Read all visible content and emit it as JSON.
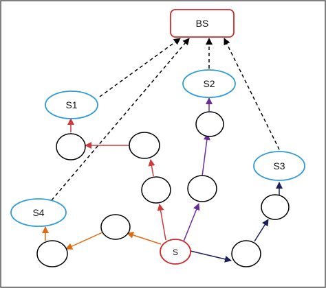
{
  "nodes": {
    "bs": {
      "label": "BS"
    },
    "s1": {
      "label": "S1"
    },
    "s2": {
      "label": "S2"
    },
    "s3": {
      "label": "S3"
    },
    "s4": {
      "label": "S4"
    },
    "source": {
      "label": "S"
    }
  },
  "colors": {
    "frame": "#555555",
    "sink_border": "#cc2a2a",
    "cluster_head_border": "#2e9ad8",
    "plain_node_border": "#000000",
    "dashed_link": "#000000",
    "path_red": "#cc3a3a",
    "path_purple": "#6a2a9a",
    "path_orange": "#e06a10",
    "path_navy": "#1a1f5a"
  }
}
